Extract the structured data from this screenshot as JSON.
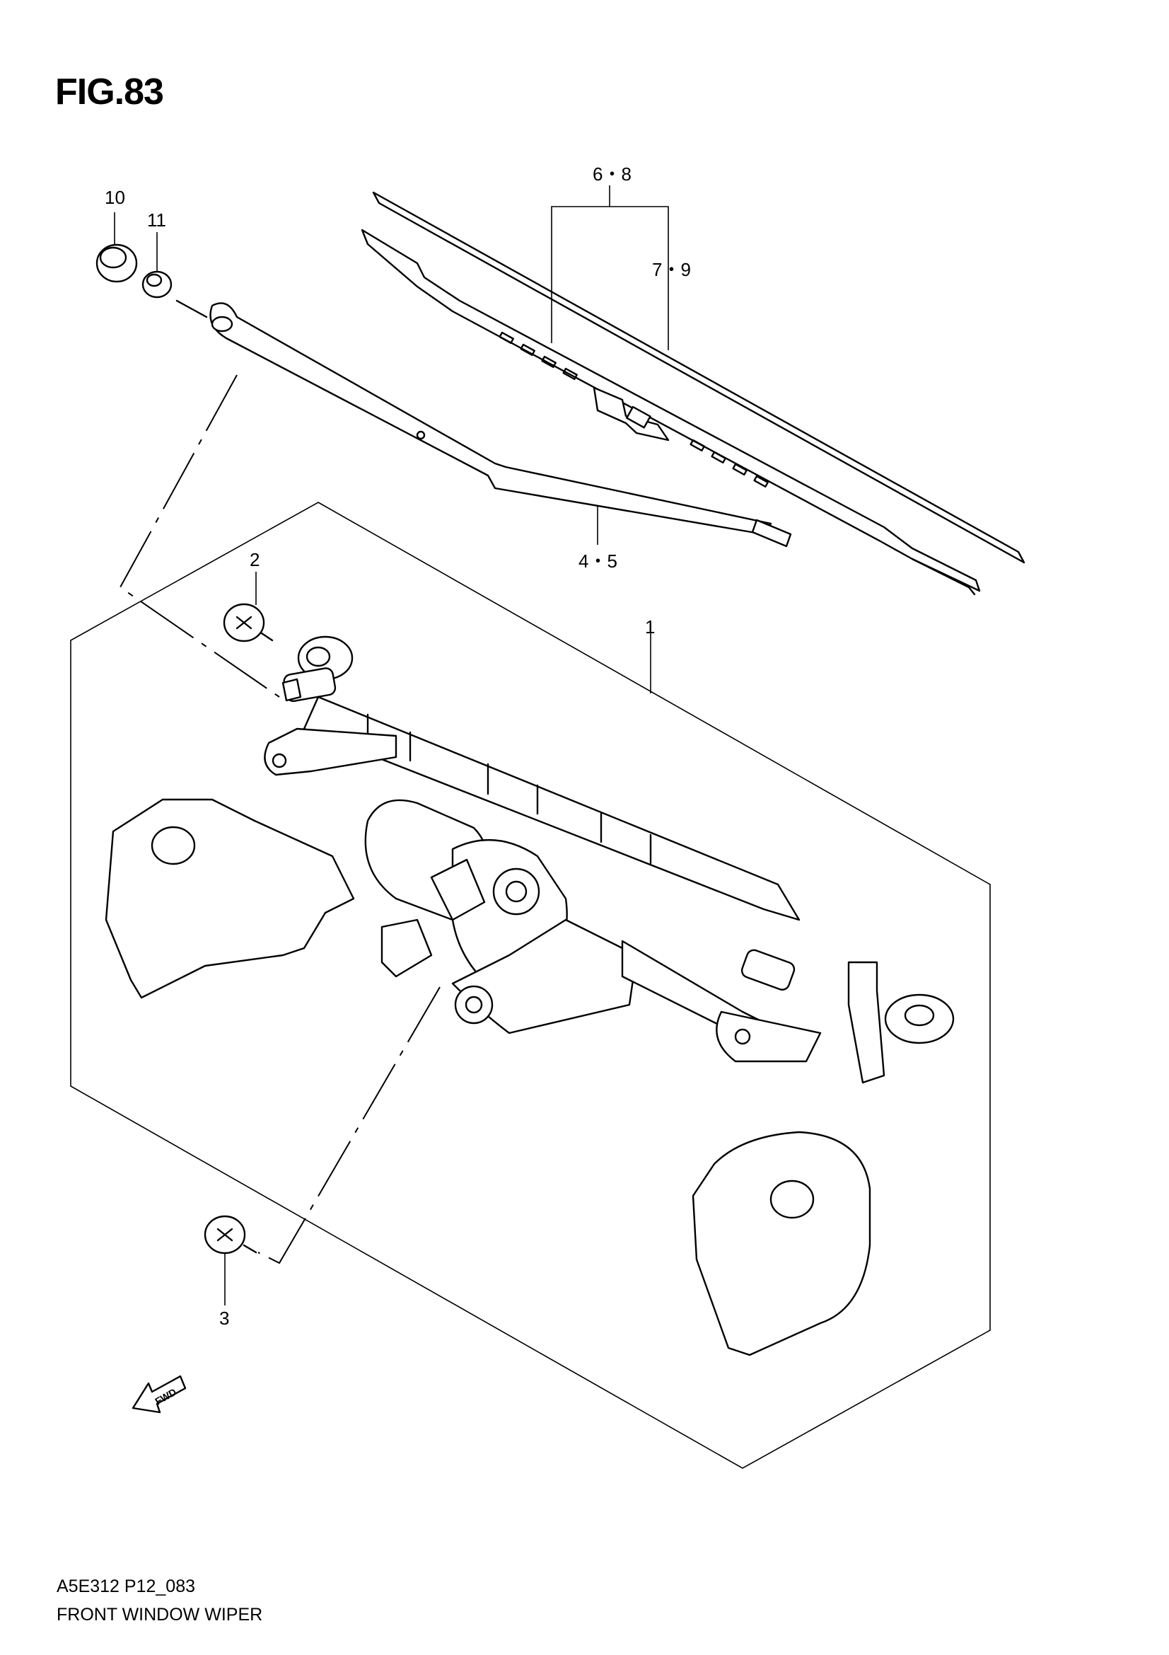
{
  "figure": {
    "title": "FIG.83",
    "code": "A5E312 P12_083",
    "caption": "FRONT WINDOW WIPER"
  },
  "callouts": {
    "c1": "1",
    "c2": "2",
    "c3": "3",
    "c45": "4・5",
    "c68": "6・8",
    "c79": "7・9",
    "c10": "10",
    "c11": "11"
  },
  "fwd_label": "FWD"
}
